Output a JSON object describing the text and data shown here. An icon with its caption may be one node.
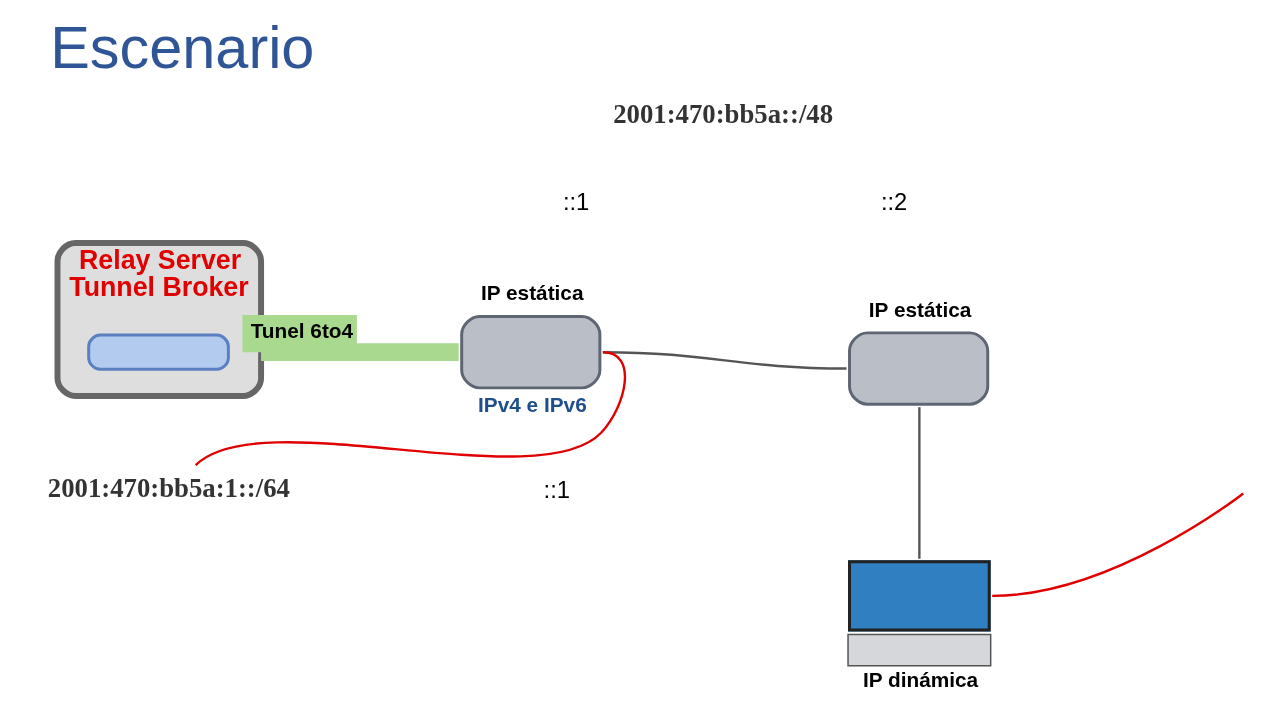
{
  "diagram": {
    "title": "Escenario",
    "nodes": [
      {
        "text": [
          "Relay Server Tunnel Broker"
        ]
      },
      {
        "text": [],
        "shape": "box",
        "in": 0
      },
      {
        "text": [
          "IP estática"
        ],
        "beside": [
          "IPv4 e IPv6"
        ]
      },
      {
        "text": [
          "IP estática"
        ]
      },
      {
        "text": [
          "IP dinámica"
        ]
      },
      {
        "text": [
          "2001:470:bb5a:1::/64"
        ]
      }
    ],
    "edges": [
      {
        "from": 0,
        "to": 2,
        "arrow": "none",
        "label": "Tunel 6to4",
        "style": "thick",
        "color": "#a9d98f"
      },
      {
        "from": 2,
        "to": 3,
        "arrow": "none"
      },
      {
        "from": 3,
        "to": 4,
        "arrow": "none"
      },
      {
        "from": 2,
        "to": 5,
        "arrow": "none",
        "color": "#e00000"
      },
      {
        "from": null,
        "to": 4,
        "arrow": "none",
        "color": "#e00000"
      }
    ],
    "labels": [
      "2001:470:bb5a::/48",
      "::1",
      "::2",
      "::1"
    ]
  }
}
